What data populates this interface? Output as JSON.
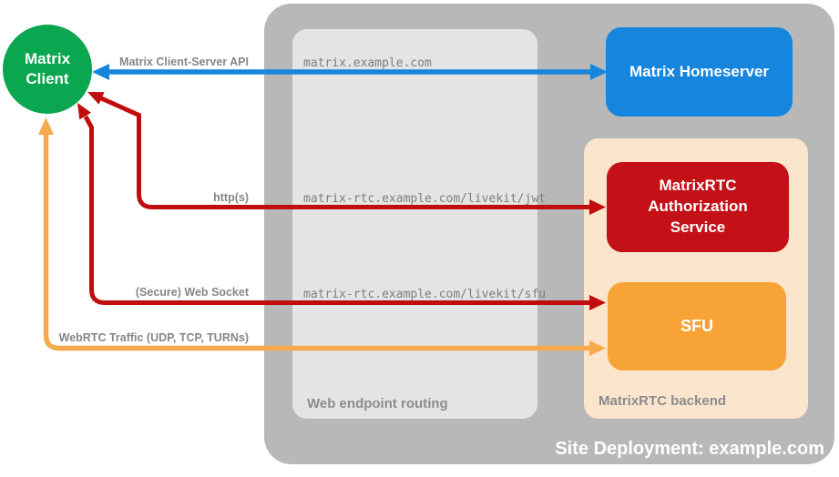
{
  "title": "Site Deployment: example.com",
  "nodes": {
    "client": "Matrix Client",
    "homeserver": "Matrix Homeserver",
    "auth_service": "MatrixRTC Authorization Service",
    "sfu": "SFU"
  },
  "containers": {
    "web_endpoint_routing": "Web endpoint routing",
    "matrixrtc_backend": "MatrixRTC backend"
  },
  "endpoints": {
    "homeserver": "matrix.example.com",
    "jwt": "matrix-rtc.example.com/livekit/jwt",
    "sfu": "matrix-rtc.example.com/livekit/sfu"
  },
  "arrows": [
    {
      "label": "Matrix Client-Server API",
      "from": "Matrix Client",
      "to": "Matrix Homeserver",
      "bidirectional": true,
      "color": "#1585dd"
    },
    {
      "label": "http(s)",
      "from": "Matrix Client",
      "to": "MatrixRTC Authorization Service",
      "bidirectional": true,
      "color": "#c00d0d"
    },
    {
      "label": "(Secure) Web Socket",
      "from": "Matrix Client",
      "to": "SFU",
      "bidirectional": true,
      "color": "#c00d0d"
    },
    {
      "label": "WebRTC Traffic (UDP, TCP, TURNs)",
      "from": "Matrix Client",
      "to": "SFU",
      "bidirectional": true,
      "color": "#f6aa4d"
    }
  ],
  "colors": {
    "client_green": "#0aa650",
    "homeserver_blue": "#1585dd",
    "auth_red": "#c41117",
    "sfu_orange": "#f7a336",
    "site_gray": "#b8b8b8",
    "routing_gray": "#e4e4e4",
    "backend_peach": "#fbe5cc",
    "label_gray": "#868686"
  }
}
